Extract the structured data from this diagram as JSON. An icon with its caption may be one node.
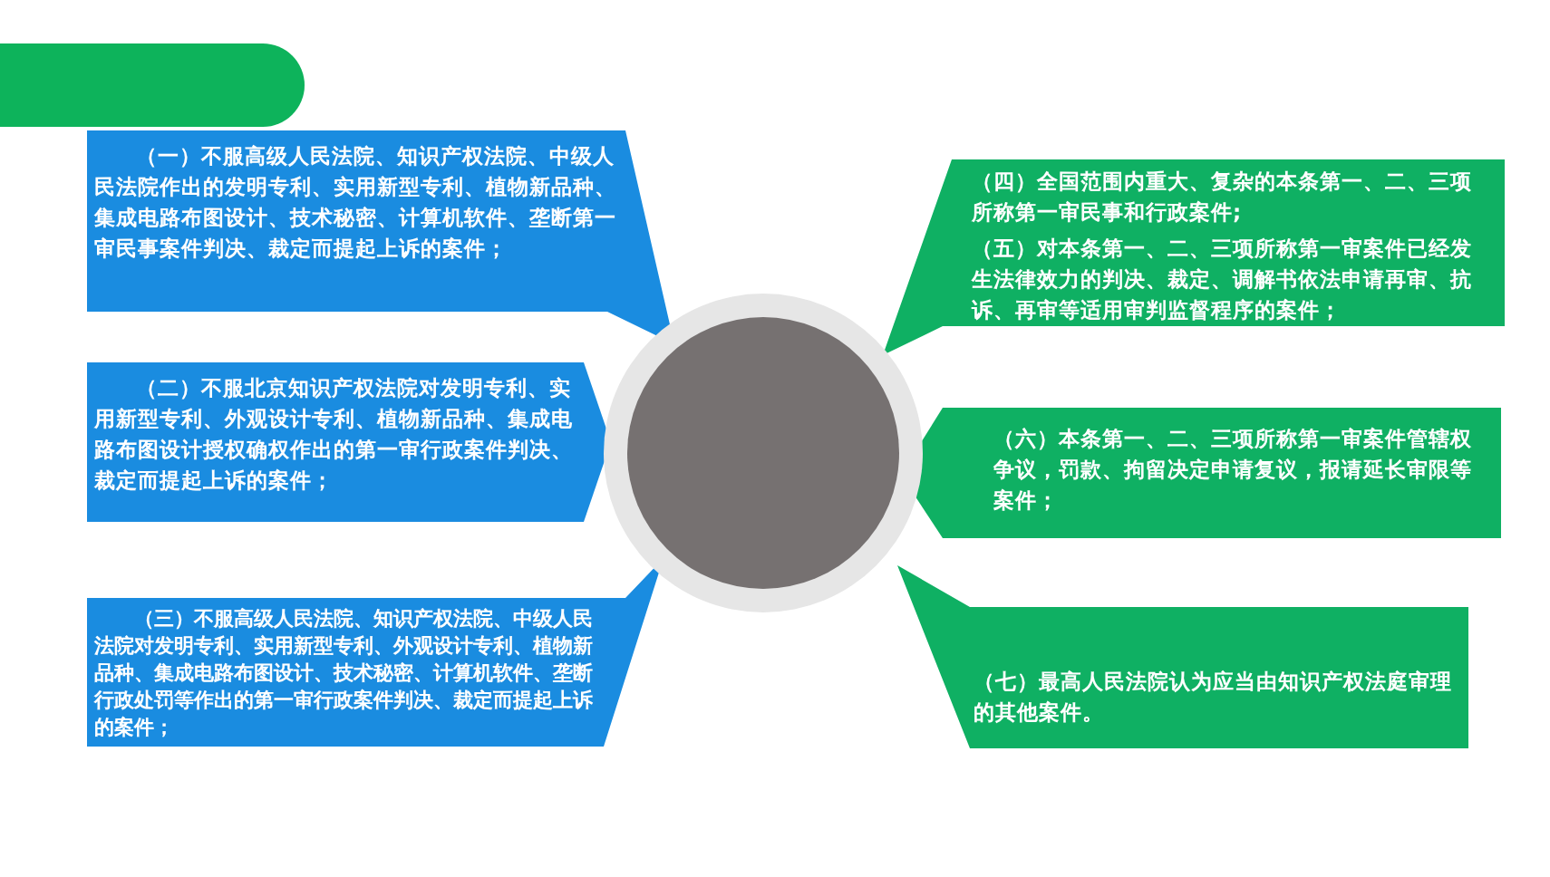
{
  "diagram": {
    "nodes": [
      {
        "text": [
          "（一）不服高级人民法院、知识产权法院、中级人民法院作出的发明专利、实用新型专利、植物新品种、集成电路布图设计、技术秘密、计算机软件、垄断第一审民事案件判决、裁定而提起上诉的案件；"
        ]
      },
      {
        "text": [
          "（二）不服北京知识产权法院对发明专利、实用新型专利、外观设计专利、植物新品种、集成电路布图设计授权确权作出的第一审行政案件判决、裁定而提起上诉的案件；"
        ]
      },
      {
        "text": [
          "（三）不服高级人民法院、知识产权法院、中级人民法院对发明专利、实用新型专利、外观设计专利、植物新品种、集成电路布图设计、技术秘密、计算机软件、垄断行政处罚等作出的第一审行政案件判决、裁定而提起上诉的案件；"
        ]
      },
      {
        "text": [
          "（四）全国范围内重大、复杂的本条第一、二、三项所称第一审民事和行政案件;",
          "（五）对本条第一、二、三项所称第一审案件已经发生法律效力的判决、裁定、调解书依法申请再审、抗诉、再审等适用审判监督程序的案件；"
        ]
      },
      {
        "text": [
          "（六）本条第一、二、三项所称第一审案件管辖权争议，罚款、拘留决定申请复议，报请延长审限等案件；"
        ]
      },
      {
        "text": [
          "（七）最高人民法院认为应当由知识产权法庭审理的其他案件。"
        ]
      },
      {
        "text": [],
        "shape": "circle"
      }
    ]
  }
}
